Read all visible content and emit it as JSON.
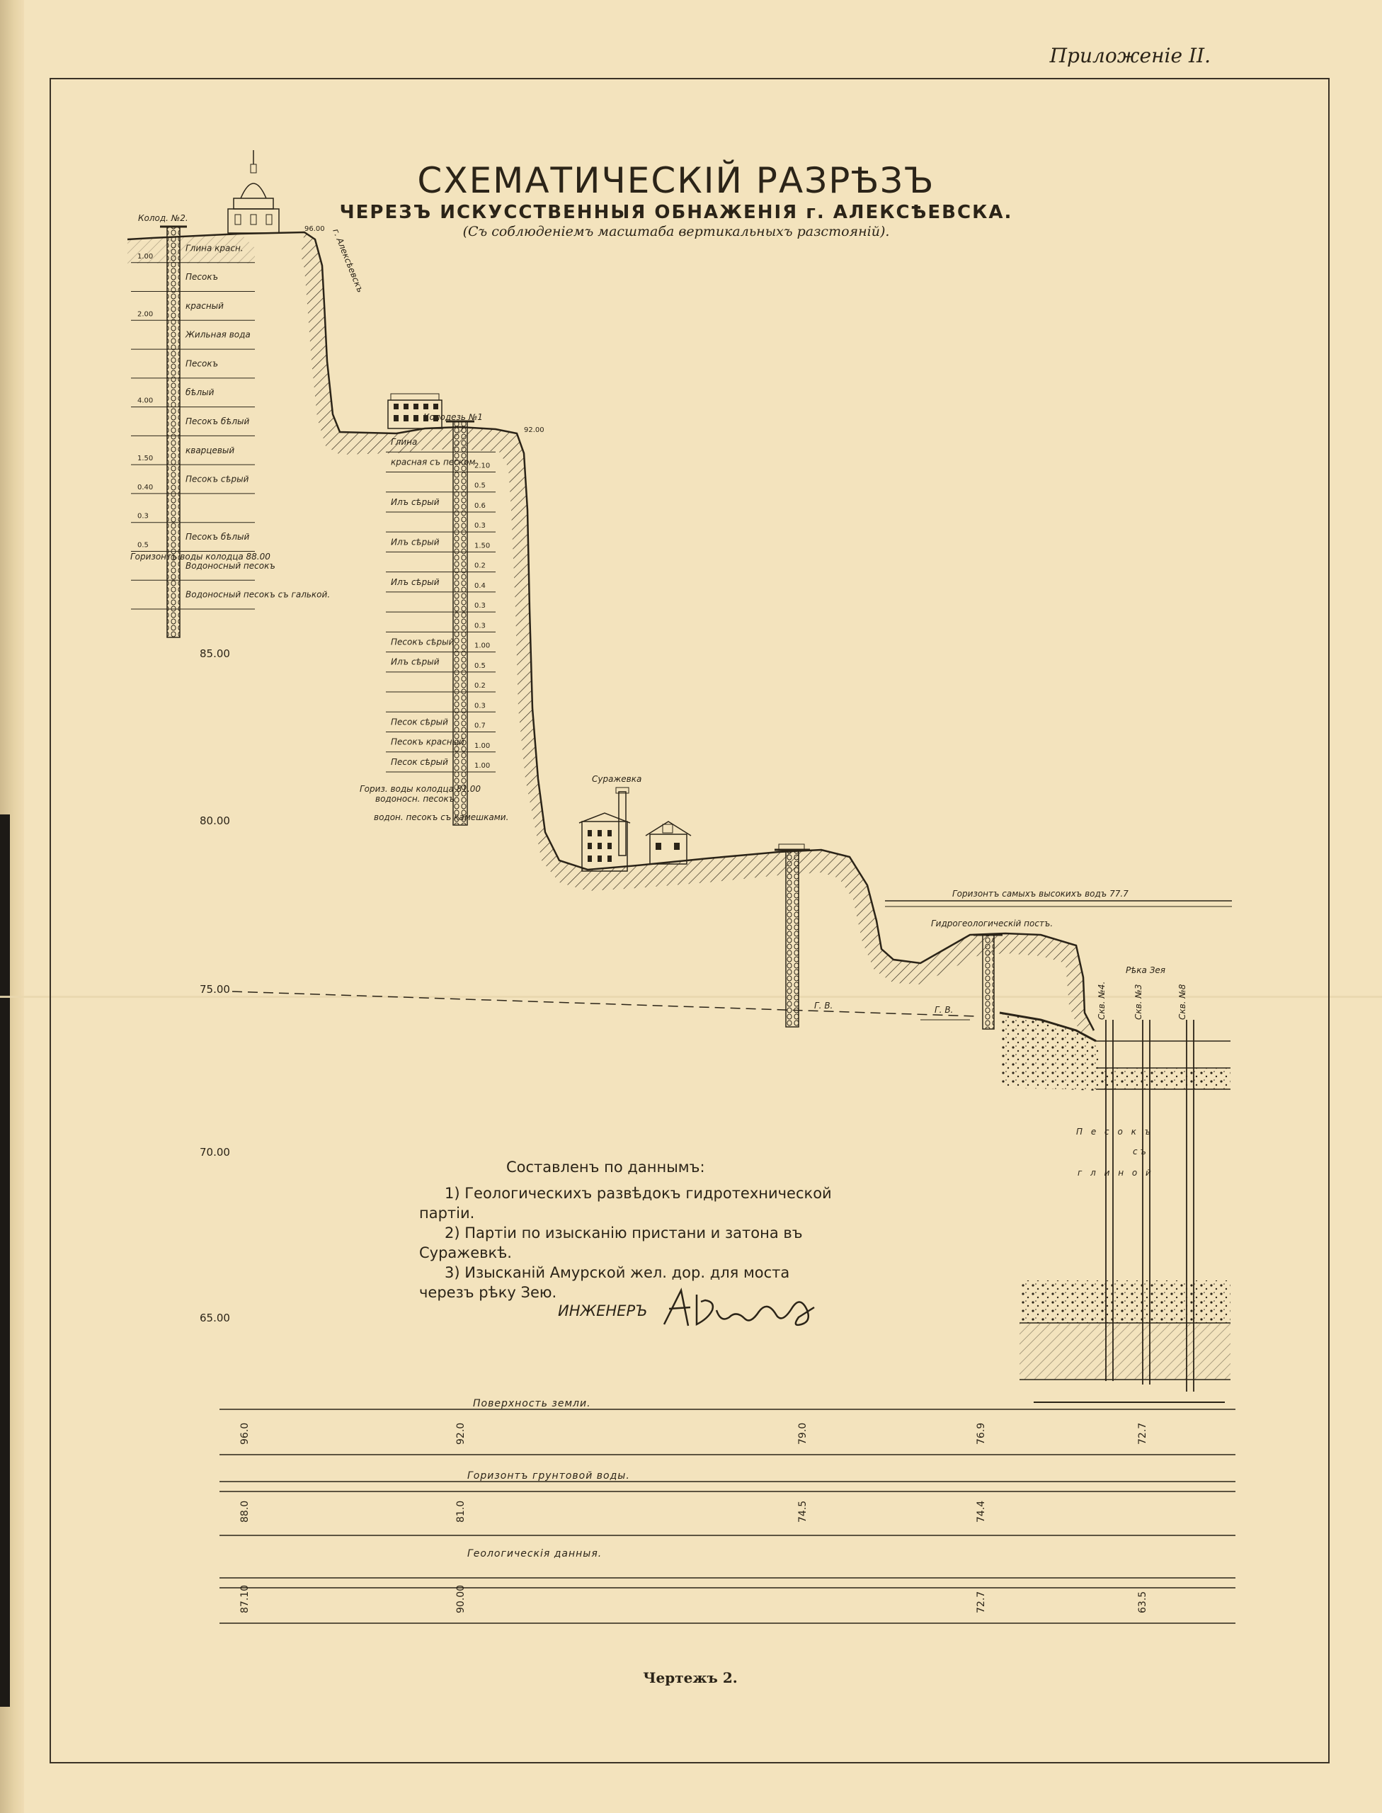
{
  "appendix_label": "Приложеніе II.",
  "title": {
    "main": "СХЕМАТИЧЕСКІЙ РАЗРѢЗЪ",
    "sub": "ЧЕРЕЗЪ ИСКУССТВЕННЫЯ ОБНАЖЕНІЯ г. АЛЕКСѢЕВСКА.",
    "note": "(Съ соблюденіемъ масштаба вертикальныхъ разстояній)."
  },
  "elevation_scale": [
    "85.00",
    "80.00",
    "75.00",
    "70.00",
    "65.00"
  ],
  "places": {
    "town": "г. Алексѣевскъ",
    "village": "Суражевка",
    "river": "Рѣка Зея"
  },
  "wells": {
    "well2": {
      "label": "Колод. №2.",
      "top": "96.00",
      "layers": [
        {
          "depth": "1.00",
          "name": "Глина красн."
        },
        {
          "depth": "",
          "name": "Песокъ"
        },
        {
          "depth": "2.00",
          "name": "красный"
        },
        {
          "depth": "",
          "name": "Жильная вода"
        },
        {
          "depth": "",
          "name": "Песокъ"
        },
        {
          "depth": "4.00",
          "name": "бѣлый"
        },
        {
          "depth": "",
          "name": "Песокъ бѣлый"
        },
        {
          "depth": "1.50",
          "name": "кварцевый"
        },
        {
          "depth": "0.40",
          "name": "Песокъ сѣрый"
        },
        {
          "depth": "0.3",
          "name": ""
        },
        {
          "depth": "0.5",
          "name": "Песокъ бѣлый"
        },
        {
          "depth": "",
          "name": "Водоносный песокъ"
        },
        {
          "depth": "",
          "name": "Водоносный песокъ съ галькой."
        }
      ],
      "water": "Горизонтъ воды колодца 88.00"
    },
    "well1": {
      "label": "Колодезь №1",
      "top": "92.00",
      "layers": [
        {
          "depth": "",
          "name": "Глина"
        },
        {
          "depth": "2.10",
          "name": "красная съ песком"
        },
        {
          "depth": "0.5",
          "name": ""
        },
        {
          "depth": "0.6",
          "name": "Илъ сѣрый"
        },
        {
          "depth": "0.3",
          "name": ""
        },
        {
          "depth": "1.50",
          "name": "Илъ сѣрый"
        },
        {
          "depth": "0.2",
          "name": ""
        },
        {
          "depth": "0.4",
          "name": "Илъ сѣрый"
        },
        {
          "depth": "0.3",
          "name": ""
        },
        {
          "depth": "0.3",
          "name": ""
        },
        {
          "depth": "1.00",
          "name": "Песокъ сѣрый"
        },
        {
          "depth": "0.5",
          "name": "Илъ сѣрый"
        },
        {
          "depth": "0.2",
          "name": ""
        },
        {
          "depth": "0.3",
          "name": ""
        },
        {
          "depth": "0.7",
          "name": "Песок сѣрый"
        },
        {
          "depth": "1.00",
          "name": "Песокъ красный"
        },
        {
          "depth": "1.00",
          "name": "Песок сѣрый"
        }
      ],
      "water": "Гориз. воды колодца 81.00",
      "bottom": [
        "водоносн. песокъ",
        "водон. песокъ съ камешками."
      ]
    },
    "river_wells": [
      "Скв. №4.",
      "Скв. №3",
      "Скв. №8"
    ]
  },
  "annotations": {
    "high_water": "Горизонтъ самыхъ высокихъ водъ 77.7",
    "hydro_post": "Гидрогеологическій постъ.",
    "gw": "Г. В.",
    "sand_with_clay": [
      "П е с о к ъ",
      "с ъ",
      "г л и н о й"
    ]
  },
  "compiled": {
    "heading": "Составленъ по даннымъ:",
    "items": [
      "1) Геологическихъ развѣдокъ гидротехнической",
      "партіи.",
      "2) Партіи по изысканію пристани и затона въ",
      "Суражевкѣ.",
      "3) Изысканій Амурской жел. дор. для моста",
      "черезъ рѣку Зею."
    ],
    "engineer": "ИНЖЕНЕРЪ",
    "signature": "А. Булгаковъ"
  },
  "table": {
    "rows": [
      {
        "label": "Поверхность земли.",
        "values": [
          "96.0",
          "92.0",
          "79.0",
          "76.9",
          "72.7"
        ]
      },
      {
        "label": "Горизонтъ грунтовой воды.",
        "values": [
          "88.0",
          "81.0",
          "74.5",
          "74.4",
          ""
        ]
      },
      {
        "label": "Геологическія данныя.",
        "values": [
          "87.10",
          "90.00",
          "",
          "72.7",
          "63.5"
        ]
      }
    ]
  },
  "drawing_no": "Чертежъ 2."
}
